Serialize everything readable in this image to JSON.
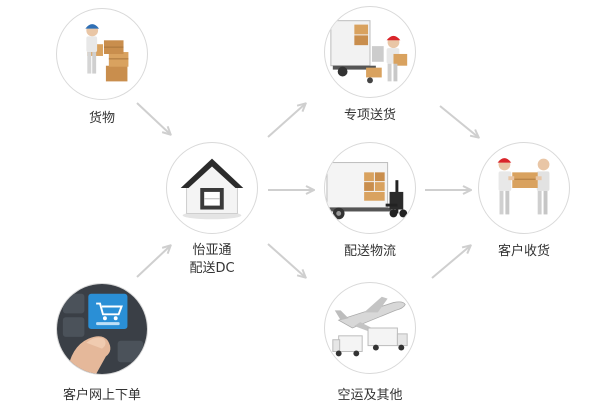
{
  "nodes": {
    "goods": {
      "label": "货物",
      "icon": "worker-with-boxes-icon"
    },
    "customer_order": {
      "label": "客户网上下单",
      "icon": "buy-now-keyboard-icon"
    },
    "dc": {
      "label_line1": "怡亚通",
      "label_line2": "配送DC",
      "icon": "warehouse-house-icon"
    },
    "special_delivery": {
      "label": "专项送货",
      "icon": "truck-unloading-worker-icon"
    },
    "delivery_logistics": {
      "label": "配送物流",
      "icon": "truck-forklift-icon"
    },
    "air_other": {
      "label": "空运及其他",
      "icon": "airplane-trucks-icon"
    },
    "customer_receive": {
      "label": "客户收货",
      "icon": "handover-package-icon"
    }
  },
  "colors": {
    "arrow": "#cfcfcf",
    "circle_border": "#d9d9d9",
    "label_text": "#333333",
    "worker_cap_blue": "#2f6fb5",
    "cap_red": "#d9252a",
    "box_brown": "#d9a25f",
    "key_blue": "#2a8fd6"
  }
}
